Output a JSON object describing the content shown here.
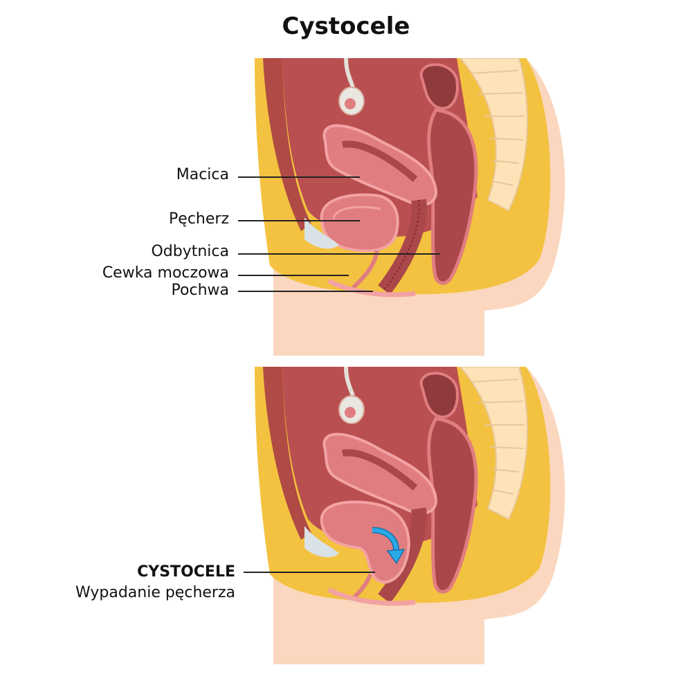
{
  "title": "Cystocele",
  "top_panel": {
    "labels": {
      "uterus": "Macica",
      "bladder": "Pęcherz",
      "rectum": "Odbytnica",
      "urethra": "Cewka moczowa",
      "vagina": "Pochwa"
    }
  },
  "bottom_panel": {
    "labels": {
      "condition": "CYSTOCELE",
      "description": "Wypadanie pęcherza"
    }
  },
  "colors": {
    "skin": "#fbd7bf",
    "fat": "#f3c240",
    "organ_dark": "#a9474b",
    "organ_pink": "#e07d80",
    "cavity": "#b94f50",
    "spine": "#fde3b7",
    "arrow": "#29a9e6"
  }
}
